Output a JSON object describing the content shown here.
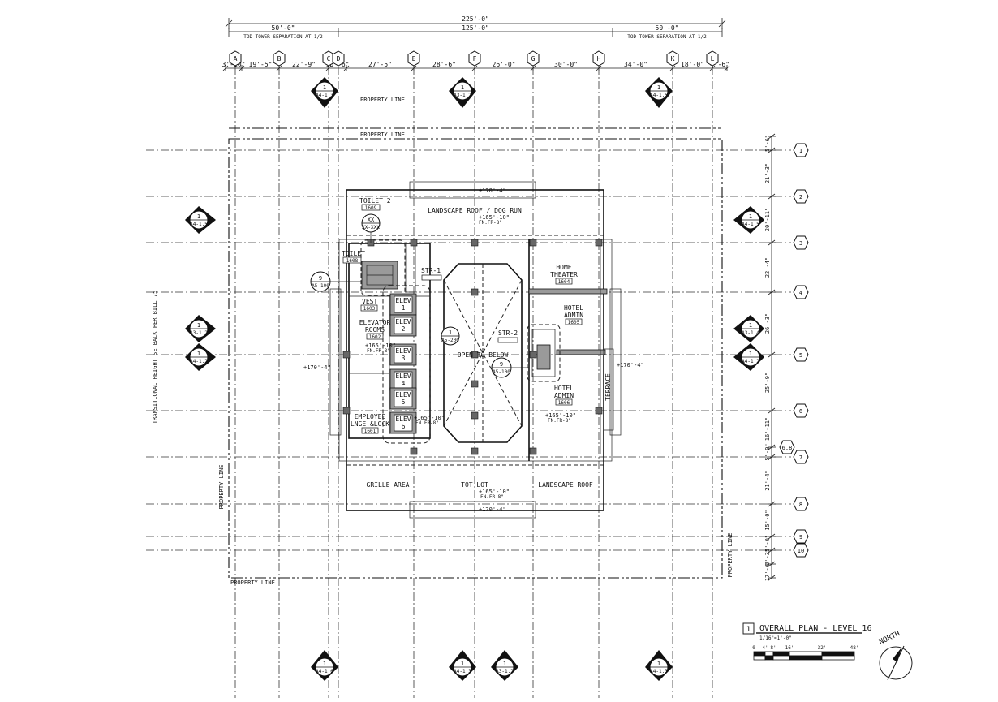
{
  "dimensions": {
    "overall": "225'-0\"",
    "left_sep": "50'-0\"",
    "center": "125'-0\"",
    "right_sep": "50'-0\"",
    "sep_note_left": "TOD TOWER SEPARATION AT 1/2",
    "sep_note_right": "TOD TOWER SEPARATION AT 1/2",
    "top_segments": [
      "3'-10\"",
      "19'-5\"",
      "22'-9\"",
      "10'-6\"",
      "27'-5\"",
      "28'-6\"",
      "26'-0\"",
      "30'-0\"",
      "34'-0\"",
      "18'-0\"",
      "4'-6\""
    ],
    "right_segments": [
      "5'-6\"",
      "21'-3\"",
      "20'-11\"",
      "22'-4\"",
      "26'-3\"",
      "25'-9\"",
      "16'-11\"",
      "5'-0\"",
      "21'-4\"",
      "15'-0\"",
      "5'-0\"",
      "6'-3\"",
      "17'-6\""
    ]
  },
  "grid": {
    "columns": [
      "A",
      "B",
      "C",
      "D",
      "E",
      "F",
      "G",
      "H",
      "K",
      "L"
    ],
    "rows": [
      "1",
      "2",
      "3",
      "4",
      "5",
      "6",
      "6.8",
      "7",
      "8",
      "9",
      "10"
    ]
  },
  "callouts": {
    "top_a": {
      "num": "1",
      "sheet": "A4-1.3"
    },
    "top_b": {
      "num": "1",
      "sheet": "A3-1.2"
    },
    "top_c": {
      "num": "1",
      "sheet": "A4-1.5"
    },
    "left_2": {
      "num": "1",
      "sheet": "A4-1.5"
    },
    "left_4": {
      "num": "1",
      "sheet": "A3-1.2"
    },
    "left_5": {
      "num": "1",
      "sheet": "A4-1.2"
    },
    "right_2": {
      "num": "1",
      "sheet": "A4-1.5"
    },
    "right_4": {
      "num": "1",
      "sheet": "A3-1.4"
    },
    "right_5": {
      "num": "1",
      "sheet": "A4-1.2"
    },
    "bot_a": {
      "num": "1",
      "sheet": "A4-1.6"
    },
    "bot_b": {
      "num": "1",
      "sheet": "A4-1.3"
    },
    "bot_c": {
      "num": "1",
      "sheet": "A3-1.2"
    },
    "bot_d": {
      "num": "1",
      "sheet": "A4-1.3"
    },
    "xx_tag": {
      "num": "XX",
      "sheet": "XX-XXX"
    },
    "detail_9a": {
      "num": "9",
      "sheet": "A5-100"
    },
    "detail_9b": {
      "num": "9",
      "sheet": "A5-100"
    },
    "detail_1": {
      "num": "1",
      "sheet": "A5-200"
    }
  },
  "notes": {
    "property_line": "PROPERTY LINE",
    "setback": "TRANSITIONAL HEIGHT SETBACK PER BILL 75"
  },
  "rooms": {
    "landscape_dog": "LANDSCAPE ROOF / DOG RUN",
    "toilet2": "TOILET 2",
    "toilet2_num": "1609",
    "toilet": "TOILET",
    "toilet_num": "1608",
    "vest": "VEST",
    "vest_num": "1603",
    "elev_rooms_1": "ELEVATOR",
    "elev_rooms_2": "ROOMS",
    "elev_rooms_num": "1602",
    "employee_1": "EMPLOYEE",
    "employee_2": "LNGE.&LOCK",
    "employee_num": "1601",
    "elev": "ELEV",
    "elev_nums": [
      "1",
      "2",
      "3",
      "4",
      "5",
      "6"
    ],
    "str1": "STR-1",
    "str2": "STR-2",
    "open_below": "OPEN TO BELOW",
    "home_theater_1": "HOME",
    "home_theater_2": "THEATER",
    "home_theater_num": "1604",
    "hotel_admin_1a": "HOTEL",
    "hotel_admin_1b": "ADMIN",
    "hotel_admin_1_num": "1605",
    "hotel_admin_2a": "HOTEL",
    "hotel_admin_2b": "ADMIN",
    "hotel_admin_2_num": "1606",
    "terrace": "TERRACE",
    "grille": "GRILLE AREA",
    "tot_lot": "TOT LOT",
    "landscape_roof": "LANDSCAPE ROOF"
  },
  "elevations": {
    "top": "+170'-4\"",
    "dog_run": "+165'-10\"",
    "elev_rooms": "+165'-10\"",
    "left": "+170'-4\"",
    "right": "+170'-4\"",
    "elev_6": "+165'-10\"",
    "admin": "+165'-10\"",
    "tot_lot": "+165'-10\"",
    "bottom": "+170'-4\"",
    "sub": "FN.FR-8\""
  },
  "title_block": {
    "number": "1",
    "title": "OVERALL PLAN - LEVEL 16",
    "scale": "1/16\"=1'-0\"",
    "scale_marks": [
      "0",
      "4'",
      "8'",
      "16'",
      "32'",
      "48'"
    ],
    "north": "NORTH"
  }
}
